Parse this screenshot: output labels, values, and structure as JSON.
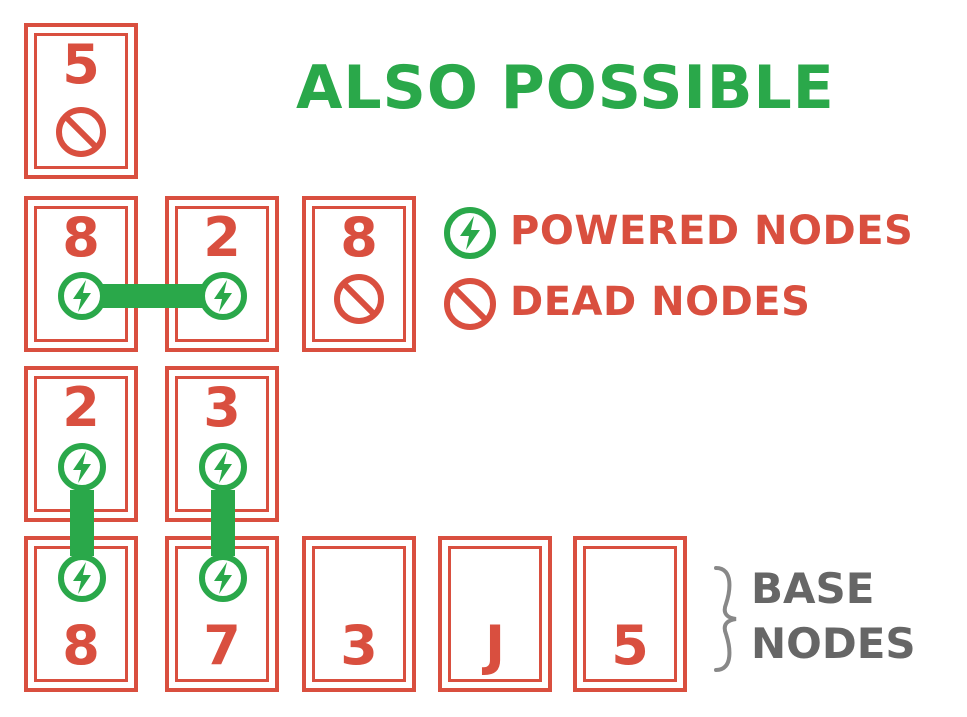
{
  "title": "ALSO POSSIBLE",
  "legend": {
    "powered_label": "POWERED NODES",
    "dead_label": "DEAD NODES",
    "powered_icon": "lightning-bolt-circle-icon",
    "dead_icon": "prohibited-circle-icon"
  },
  "base_label": {
    "line1": "BASE",
    "line2": "NODES"
  },
  "cards": {
    "c1": {
      "rank": "5",
      "state": "dead"
    },
    "c2": {
      "rank": "8",
      "state": "powered"
    },
    "c3": {
      "rank": "2",
      "state": "powered"
    },
    "c4": {
      "rank": "8",
      "state": "dead"
    },
    "c5": {
      "rank": "2",
      "state": "powered"
    },
    "c6": {
      "rank": "3",
      "state": "powered"
    },
    "c7": {
      "rank": "8",
      "state": "powered"
    },
    "c8": {
      "rank": "7",
      "state": "powered"
    },
    "c9": {
      "rank": "3",
      "state": "base"
    },
    "c10": {
      "rank": "J",
      "state": "base"
    },
    "c11": {
      "rank": "5",
      "state": "base"
    }
  },
  "colors": {
    "card_red": "#d94f3f",
    "power_green": "#2aa84a",
    "base_gray": "#666666",
    "background": "#ffffff"
  }
}
